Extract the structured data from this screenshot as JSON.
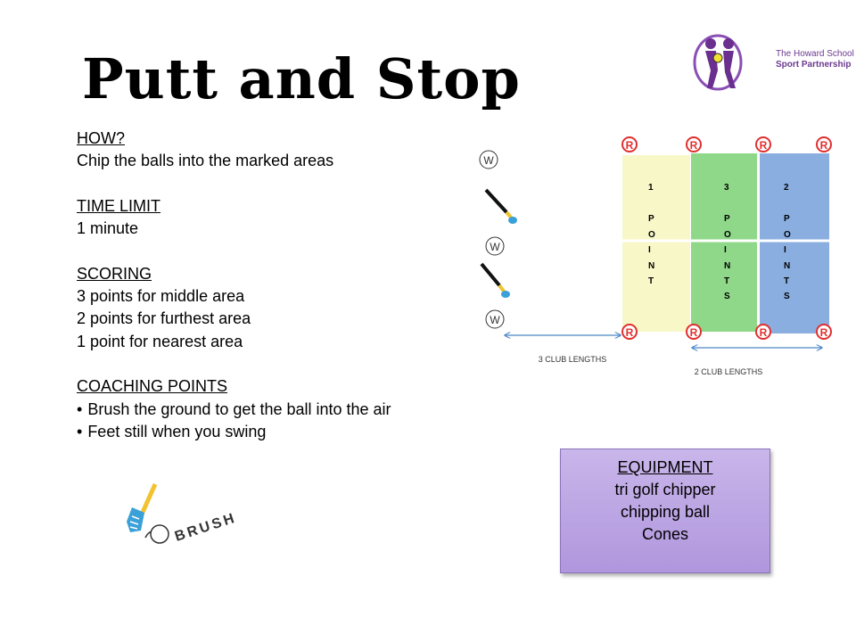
{
  "title": "Putt and Stop",
  "logo": {
    "line1": "The Howard School",
    "line2": "Sport Partnership"
  },
  "info": {
    "how_heading": "HOW?",
    "how_text": "Chip the balls into the marked areas",
    "time_heading": "TIME LIMIT",
    "time_text": "1 minute",
    "scoring_heading": "SCORING",
    "scoring_lines": [
      "3 points for middle area",
      "2 points for furthest area",
      "1 point for nearest area"
    ],
    "coaching_heading": "COACHING POINTS",
    "coaching_bullets": [
      "Brush the ground to get the ball into the air",
      "Feet still when you swing"
    ]
  },
  "diagram": {
    "zone1": {
      "number": "1",
      "letters": [
        "P",
        "O",
        "I",
        "N",
        "T"
      ]
    },
    "zone2": {
      "number": "3",
      "letters": [
        "P",
        "O",
        "I",
        "N",
        "T",
        "S"
      ]
    },
    "zone3": {
      "number": "2",
      "letters": [
        "P",
        "O",
        "I",
        "N",
        "T",
        "S"
      ]
    },
    "marker_r": "R",
    "marker_w": "W",
    "dist1": "3 CLUB LENGTHS",
    "dist2": "2 CLUB LENGTHS",
    "colors": {
      "zone1": "#f7f7c8",
      "zone2": "#8fd88a",
      "zone3": "#8aaee0",
      "marker": "#e03030",
      "ball_yellow": "#f2c230",
      "ball_red": "#d8202a"
    }
  },
  "equipment": {
    "heading": "EQUIPMENT",
    "items": [
      "tri golf chipper",
      "chipping ball",
      "Cones"
    ]
  },
  "brush": {
    "label": "BRUSH"
  }
}
